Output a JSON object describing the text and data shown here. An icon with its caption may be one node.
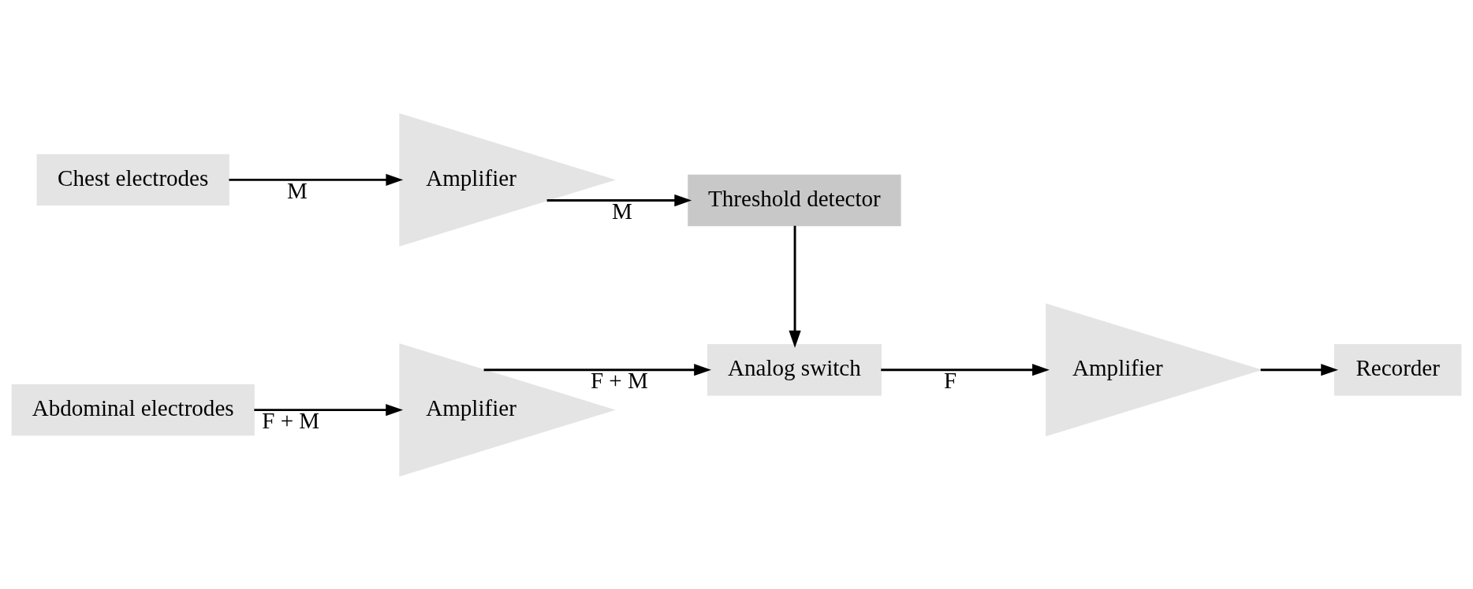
{
  "diagram": {
    "nodes": [
      {
        "text": [
          "Abdominal electrodes"
        ]
      },
      {
        "text": [
          "Amplifier"
        ]
      },
      {
        "text": [
          "Analog switch"
        ]
      },
      {
        "text": [
          "Amplifier"
        ]
      },
      {
        "text": [
          "Recorder"
        ]
      },
      {
        "text": [
          "Chest electrodes"
        ]
      },
      {
        "text": [
          "Amplifier"
        ]
      },
      {
        "text": [
          "Threshold detector"
        ]
      }
    ],
    "edges": [
      {
        "from": 0,
        "to": 1,
        "arrow": "to",
        "label": "F + M"
      },
      {
        "from": 1,
        "to": 2,
        "arrow": "to",
        "label": "F + M"
      },
      {
        "from": 2,
        "to": 3,
        "arrow": "to",
        "label": "F"
      },
      {
        "from": 3,
        "to": 4,
        "arrow": "to"
      },
      {
        "from": 5,
        "to": 6,
        "arrow": "to",
        "label": "M"
      },
      {
        "from": 6,
        "to": 7,
        "arrow": "to",
        "label": "M"
      },
      {
        "from": 7,
        "to": 2,
        "arrow": "to"
      }
    ]
  }
}
